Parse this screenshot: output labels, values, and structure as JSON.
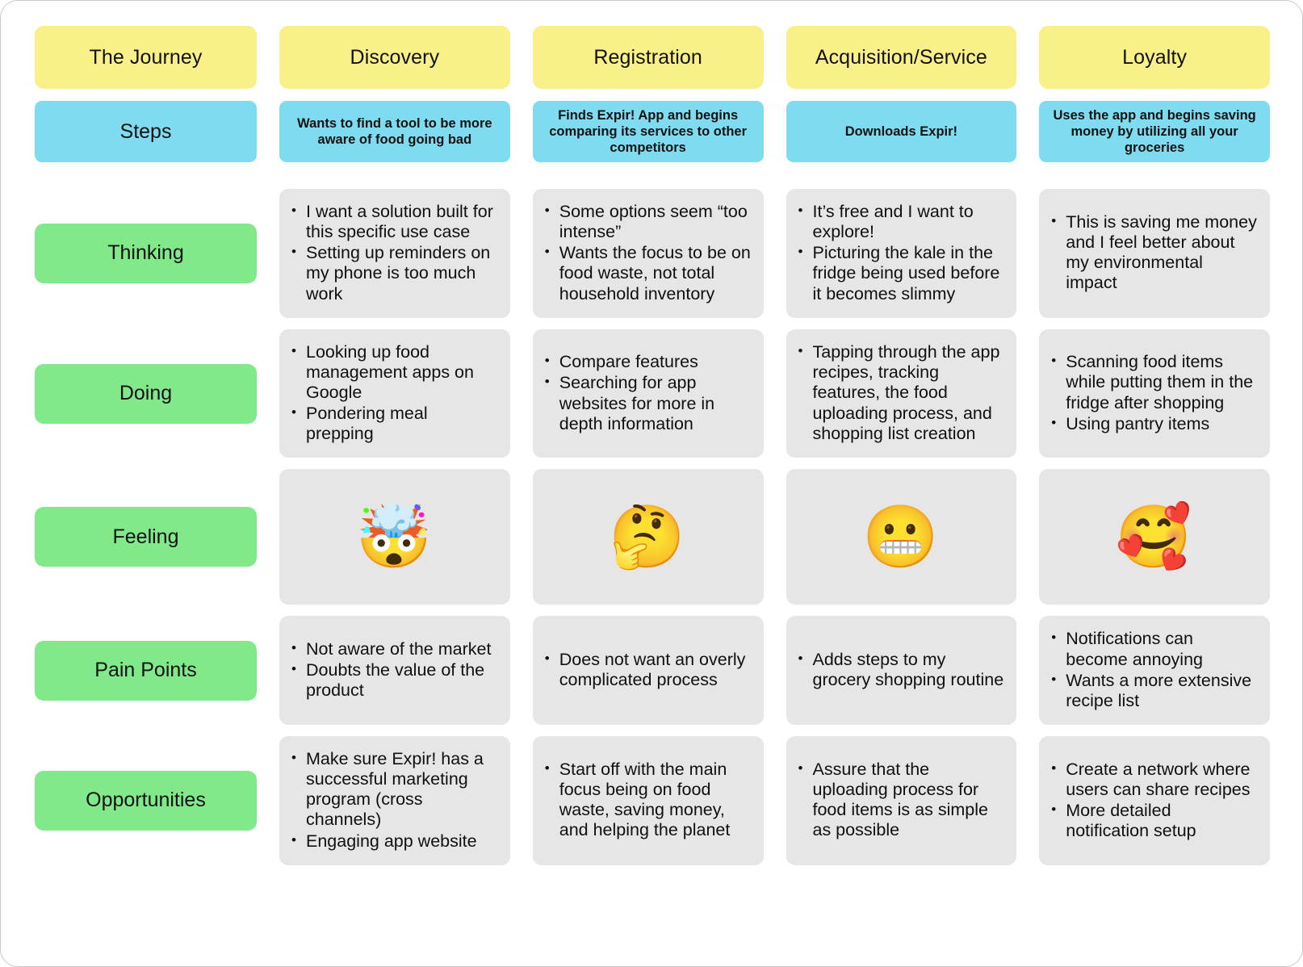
{
  "board": {
    "title": "The Journey",
    "columns": [
      "The Journey",
      "Discovery",
      "Registration",
      "Acquisition/Service",
      "Loyalty"
    ],
    "colors": {
      "header": "#FAF08A",
      "steps": "#7FDCF0",
      "row_label": "#82E98A",
      "card": "#E6E6E6",
      "text": "#101010",
      "canvas": "#FFFFFF"
    }
  },
  "headers": {
    "journey": "The Journey",
    "discovery": "Discovery",
    "registration": "Registration",
    "acquisition": "Acquisition/Service",
    "loyalty": "Loyalty"
  },
  "steps": {
    "label": "Steps",
    "discovery": "Wants to find a tool to be more aware of food going bad",
    "registration": "Finds Expir! App and begins comparing its services to other competitors",
    "acquisition": "Downloads Expir!",
    "loyalty": "Uses the app and begins saving money by utilizing all your groceries"
  },
  "rows": [
    {
      "label": "Thinking",
      "cells": [
        [
          "I want a solution built for this specific use case",
          "Setting up reminders on my phone is too much work"
        ],
        [
          "Some options seem “too intense”",
          "Wants the focus to be on food waste, not total household inventory"
        ],
        [
          "It’s free and I want to explore!",
          "Picturing the kale in the fridge being used before it becomes slimmy"
        ],
        [
          "This is saving me money and I feel better about my environmental impact"
        ]
      ]
    },
    {
      "label": "Doing",
      "cells": [
        [
          "Looking up food management apps on Google",
          "Pondering meal prepping"
        ],
        [
          "Compare features",
          "Searching for app websites for more in depth information"
        ],
        [
          "Tapping through the app recipes, tracking features, the food uploading process, and shopping list creation"
        ],
        [
          "Scanning food items while putting them in the fridge after shopping",
          "Using pantry items"
        ]
      ]
    },
    {
      "label": "Feeling",
      "emoji": true,
      "emojis": [
        {
          "glyph": "🤯",
          "name": "exploding-head-emoji"
        },
        {
          "glyph": "🤔",
          "name": "thinking-face-emoji"
        },
        {
          "glyph": "😬",
          "name": "grimacing-face-emoji"
        },
        {
          "glyph": "🥰",
          "name": "smiling-face-with-hearts-emoji"
        }
      ]
    },
    {
      "label": "Pain Points",
      "cells": [
        [
          "Not aware of the market",
          "Doubts the value of the product"
        ],
        [
          "Does not want an overly complicated process"
        ],
        [
          "Adds steps to my grocery shopping routine"
        ],
        [
          "Notifications can become annoying",
          "Wants a more extensive recipe list"
        ]
      ]
    },
    {
      "label": "Opportunities",
      "cells": [
        [
          "Make sure Expir! has a successful marketing program (cross channels)",
          "Engaging app website"
        ],
        [
          "Start off with the main focus being on food waste, saving money, and helping the planet"
        ],
        [
          "Assure that the uploading process for food items is as simple as possible"
        ],
        [
          "Create a network where users can share recipes",
          "More detailed notification setup"
        ]
      ]
    }
  ]
}
